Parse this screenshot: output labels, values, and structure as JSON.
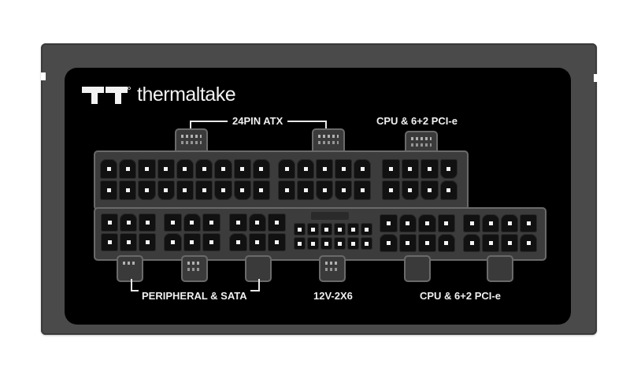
{
  "product": {
    "brand": "thermaltake",
    "colors": {
      "chassis": "#4a4a4a",
      "panel": "#000000",
      "connector_housing": "#3c3c3c",
      "text": "#f0f0f0"
    }
  },
  "labels": {
    "top_left": "24PIN ATX",
    "top_right": "CPU & 6+2 PCI-e",
    "bottom_left": "PERIPHERAL & SATA",
    "bottom_middle": "12V-2X6",
    "bottom_right": "CPU & 6+2 PCI-e"
  },
  "connectors": {
    "top_row": [
      {
        "name": "24pin-atx-a",
        "cols": 9,
        "rows": 2
      },
      {
        "name": "24pin-atx-b",
        "cols": 5,
        "rows": 2
      },
      {
        "name": "cpu-pcie-top",
        "cols": 4,
        "rows": 2
      }
    ],
    "bottom_row": [
      {
        "name": "peripheral-sata-1",
        "cols": 3,
        "rows": 2
      },
      {
        "name": "peripheral-sata-2",
        "cols": 3,
        "rows": 2
      },
      {
        "name": "peripheral-sata-3",
        "cols": 3,
        "rows": 2
      },
      {
        "name": "12v-2x6",
        "cols": 6,
        "rows": 2
      },
      {
        "name": "cpu-pcie-bottom-1",
        "cols": 4,
        "rows": 2
      },
      {
        "name": "cpu-pcie-bottom-2",
        "cols": 4,
        "rows": 2
      }
    ]
  }
}
